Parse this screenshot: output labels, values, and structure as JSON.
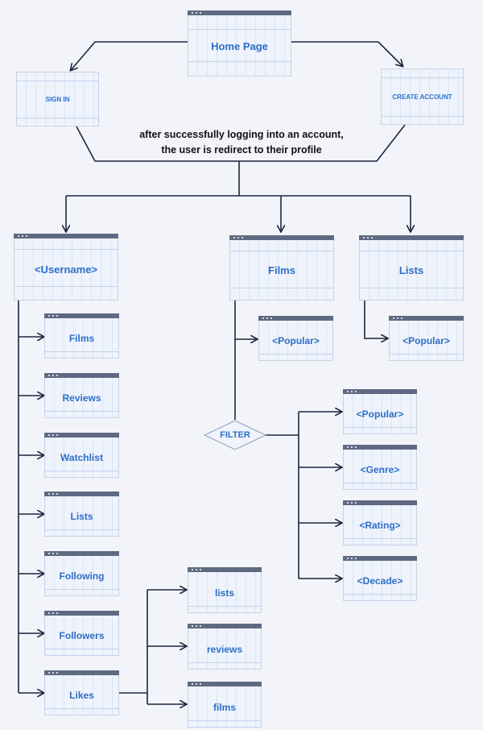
{
  "nodes": {
    "home_page": "Home Page",
    "sign_in": "SIGN IN",
    "create_account": "CREATE ACCOUNT",
    "username": "<Username>",
    "films": "Films",
    "lists": "Lists",
    "user_films": "Films",
    "user_reviews": "Reviews",
    "user_watchlist": "Watchlist",
    "user_lists": "Lists",
    "user_following": "Following",
    "user_followers": "Followers",
    "user_likes": "Likes",
    "likes_lists": "lists",
    "likes_reviews": "reviews",
    "likes_films": "films",
    "films_popular": "<Popular>",
    "lists_popular": "<Popular>",
    "filter": "FILTER",
    "filter_popular": "<Popular>",
    "filter_genre": "<Genre>",
    "filter_rating": "<Rating>",
    "filter_decade": "<Decade>"
  },
  "caption": {
    "line1": "after successfully logging into an account,",
    "line2": "the user is redirect to their profile"
  },
  "colors": {
    "background": "#f2f4f9",
    "window_bar": "#5f6a82",
    "window_fill": "#eef3fc",
    "label_blue": "#2d6fc7",
    "connector": "#1d2440"
  }
}
